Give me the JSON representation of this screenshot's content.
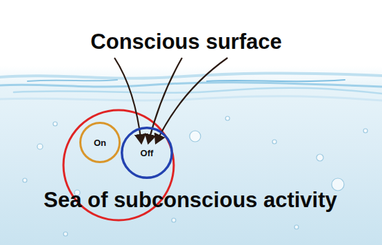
{
  "diagram": {
    "nodes": [
      {
        "text": [
          "On"
        ]
      },
      {
        "text": [
          "Off"
        ]
      }
    ],
    "labels": [
      "Conscious surface",
      "Sea of subconscious activity"
    ]
  }
}
